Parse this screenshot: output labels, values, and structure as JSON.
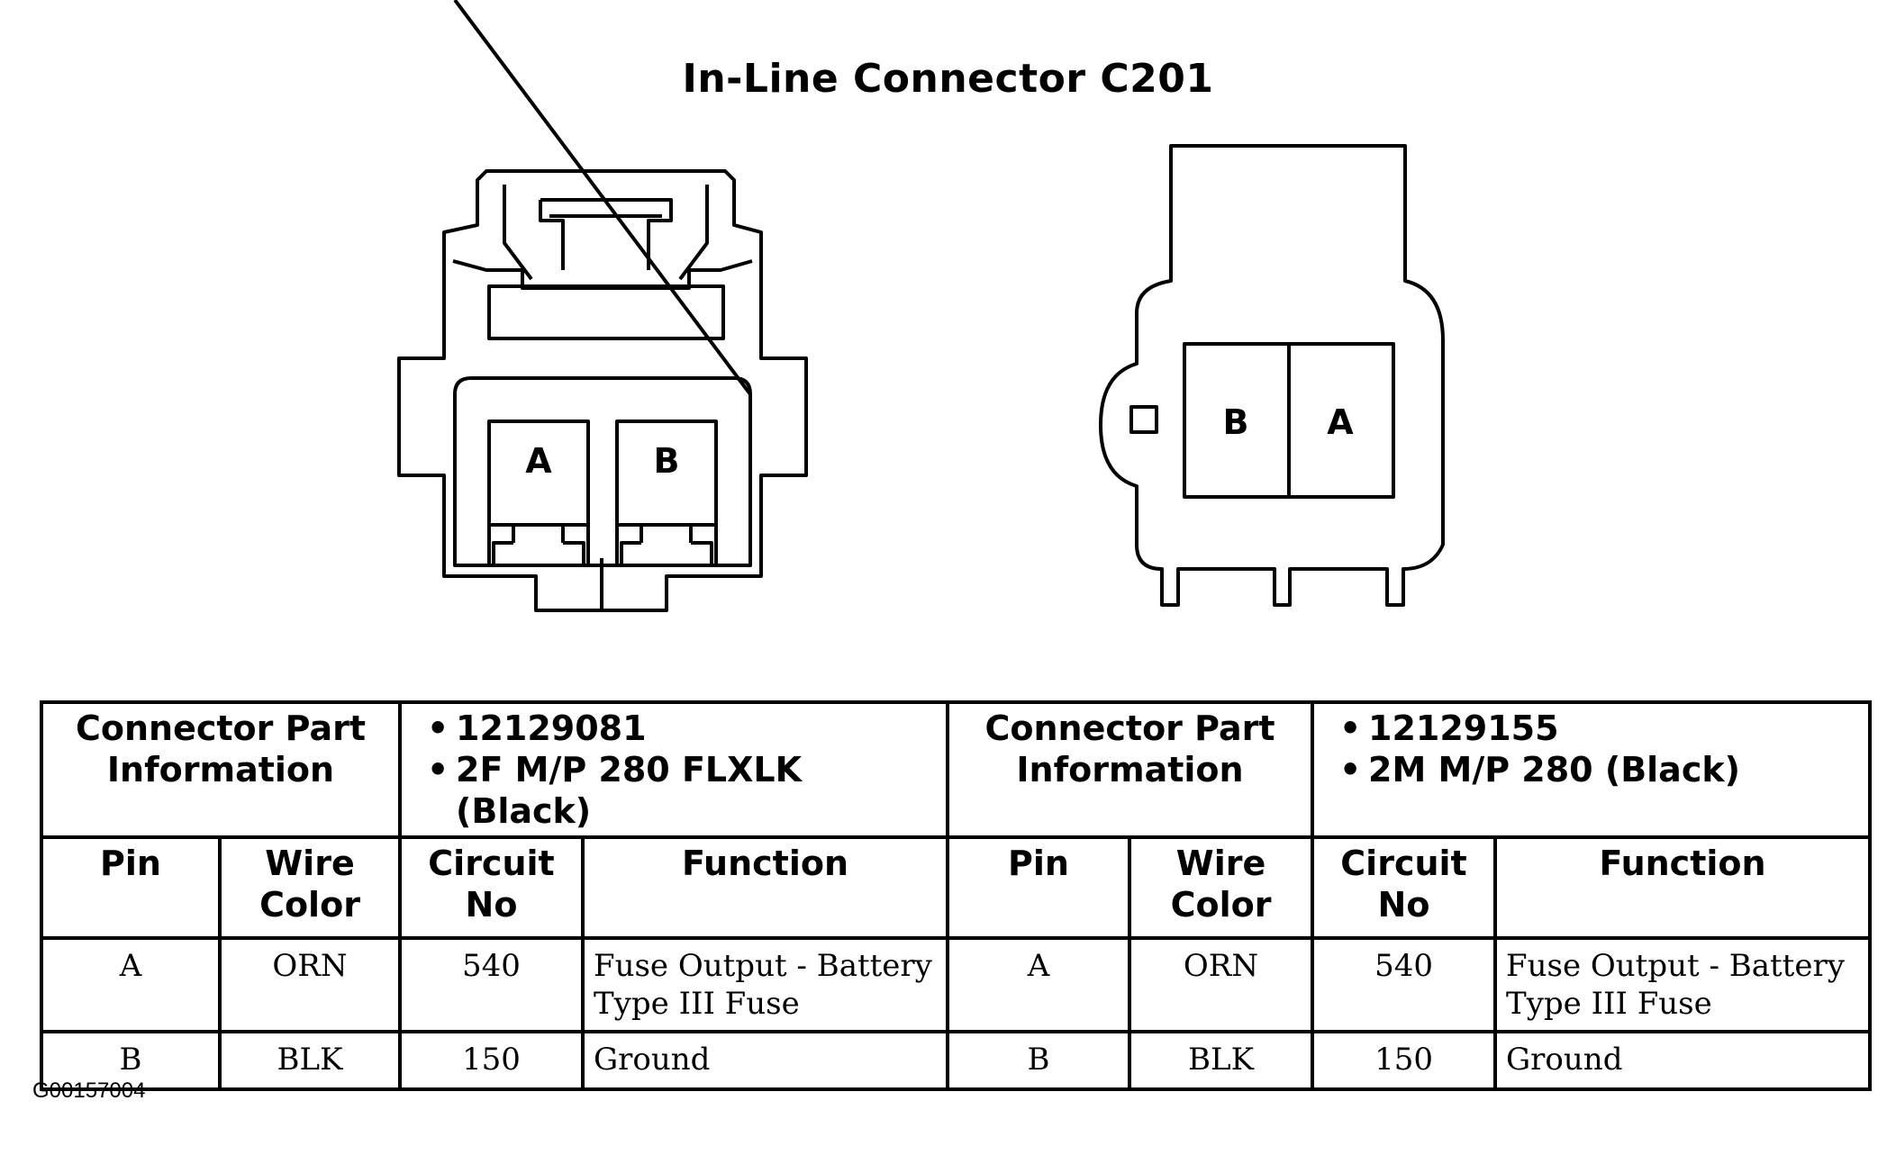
{
  "title": "In-Line Connector C201",
  "connectors": [
    {
      "pins_visual": [
        "A",
        "B"
      ],
      "part_info_label": "Connector Part Information",
      "part_info_items": [
        "12129081",
        "2F M/P 280 FLXLK (Black)"
      ]
    },
    {
      "pins_visual": [
        "B",
        "A"
      ],
      "part_info_label": "Connector Part Information",
      "part_info_items": [
        "12129155",
        "2M M/P 280 (Black)"
      ]
    }
  ],
  "table": {
    "headers": {
      "pin": "Pin",
      "wire_color": "Wire Color",
      "circuit_no": "Circuit No",
      "function": "Function"
    },
    "left_rows": [
      {
        "pin": "A",
        "wire_color": "ORN",
        "circuit": "540",
        "function": "Fuse Output - Battery Type III Fuse"
      },
      {
        "pin": "B",
        "wire_color": "BLK",
        "circuit": "150",
        "function": "Ground"
      }
    ],
    "right_rows": [
      {
        "pin": "A",
        "wire_color": "ORN",
        "circuit": "540",
        "function": "Fuse Output - Battery Type III Fuse"
      },
      {
        "pin": "B",
        "wire_color": "BLK",
        "circuit": "150",
        "function": "Ground"
      }
    ]
  },
  "figure_code": "G00157004"
}
